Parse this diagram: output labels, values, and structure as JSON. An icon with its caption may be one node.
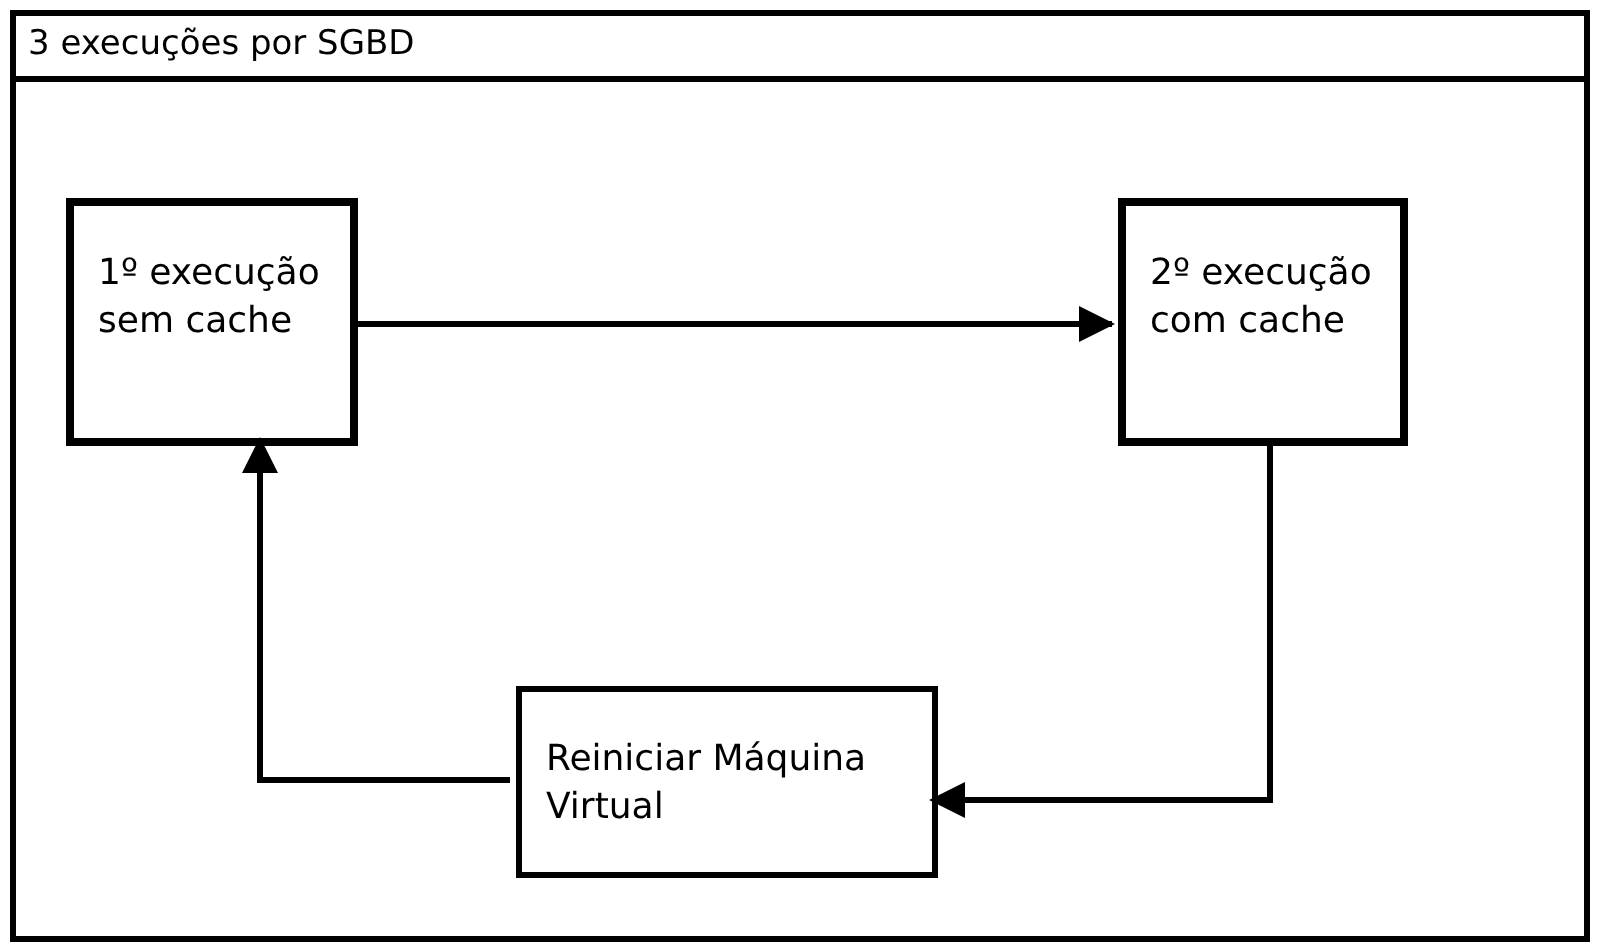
{
  "diagram": {
    "nodes": [
      {
        "text": [
          "3 execuções por SGBD"
        ]
      },
      {
        "text": [
          "1º execução sem cache"
        ],
        "in": 0
      },
      {
        "text": [
          "2º execução com cache"
        ],
        "in": 0
      },
      {
        "text": [
          "Reiniciar Máquina Virtual"
        ],
        "in": 0
      }
    ],
    "edges": [
      {
        "from": 1,
        "to": 2,
        "arrow": "to"
      },
      {
        "from": 2,
        "to": 3,
        "arrow": "to"
      },
      {
        "from": 3,
        "to": 1,
        "arrow": "to"
      }
    ]
  }
}
